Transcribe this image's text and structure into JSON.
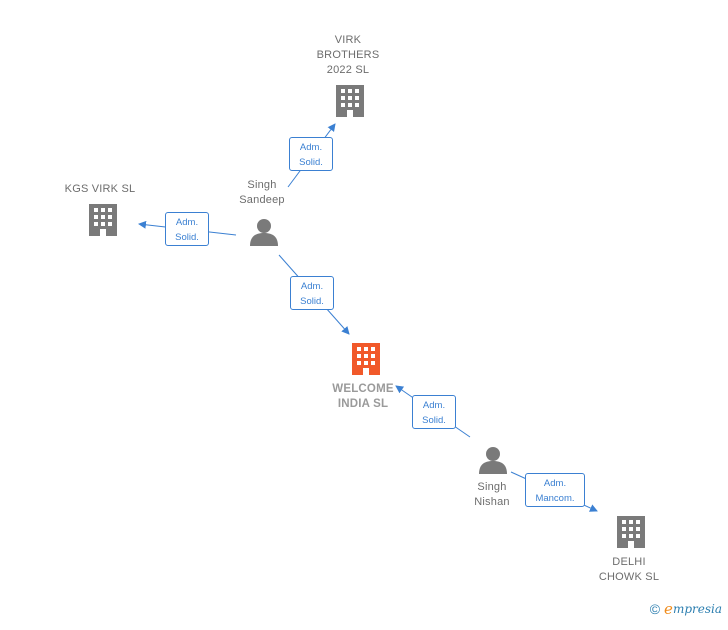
{
  "colors": {
    "edge": "#3b80d2",
    "company": "#7a7a7a",
    "person": "#7a7a7a",
    "focus": "#f1592a"
  },
  "nodes": {
    "virk_brothers": {
      "label": "VIRK\nBROTHERS\n2022  SL",
      "icon": "building-icon"
    },
    "kgs_virk": {
      "label": "KGS VIRK  SL",
      "icon": "building-icon"
    },
    "singh_sandeep": {
      "label": "Singh\nSandeep",
      "icon": "person-icon"
    },
    "welcome_india": {
      "label": "WELCOME\nINDIA  SL",
      "icon": "building-icon"
    },
    "singh_nishan": {
      "label": "Singh\nNishan",
      "icon": "person-icon"
    },
    "delhi_chowk": {
      "label": "DELHI\nCHOWK SL",
      "icon": "building-icon"
    }
  },
  "edges": {
    "sandeep_virk": {
      "label": "Adm.\nSolid."
    },
    "sandeep_kgs": {
      "label": "Adm.\nSolid."
    },
    "sandeep_welcome": {
      "label": "Adm.\nSolid."
    },
    "nishan_welcome": {
      "label": "Adm.\nSolid."
    },
    "nishan_delhi": {
      "label": "Adm.\nMancom."
    }
  },
  "footer": {
    "copyright": "©",
    "brand_initial": "e",
    "brand_rest": "mpresia"
  }
}
